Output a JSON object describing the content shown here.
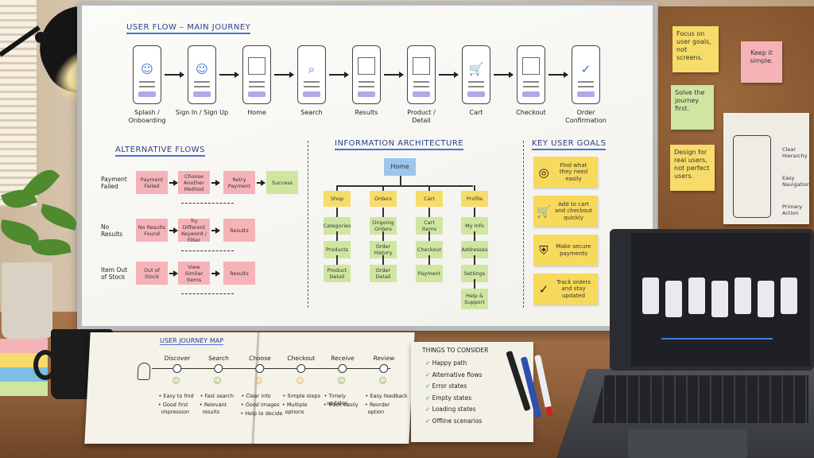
{
  "colors": {
    "heading": "#2b3f8a",
    "underline": "#4a73d8",
    "pink": "#f6b3b7",
    "green": "#cfe6a1",
    "yellow": "#f7dc6a",
    "blue": "#9cc6ec"
  },
  "main_flow": {
    "title": "USER FLOW – MAIN JOURNEY",
    "steps": [
      {
        "label": "Splash /\nOnboarding",
        "icon": "user-icon"
      },
      {
        "label": "Sign In / Sign Up",
        "icon": "user-icon"
      },
      {
        "label": "Home",
        "icon": "layout-icon"
      },
      {
        "label": "Search",
        "icon": "search-icon"
      },
      {
        "label": "Results",
        "icon": "list-icon"
      },
      {
        "label": "Product /\nDetail",
        "icon": "image-icon"
      },
      {
        "label": "Cart",
        "icon": "cart-icon"
      },
      {
        "label": "Checkout",
        "icon": "form-icon"
      },
      {
        "label": "Order\nConfirmation",
        "icon": "check-icon"
      }
    ]
  },
  "alt_flows": {
    "title": "ALTERNATIVE FLOWS",
    "rows": [
      {
        "label": "Payment\nFailed",
        "nodes": [
          "Payment\nFailed",
          "Choose Another\nMethod",
          "Retry\nPayment",
          "Success"
        ]
      },
      {
        "label": "No\nResults",
        "nodes": [
          "No Results\nFound",
          "Try Different\nKeyword / Filter",
          "Results"
        ]
      },
      {
        "label": "Item Out\nof Stock",
        "nodes": [
          "Out of Stock",
          "View Similar\nItems",
          "Results"
        ]
      }
    ]
  },
  "ia": {
    "title": "INFORMATION ARCHITECTURE",
    "root": "Home",
    "columns": [
      {
        "head": "Shop",
        "items": [
          "Categories",
          "Products",
          "Product\nDetail"
        ]
      },
      {
        "head": "Orders",
        "items": [
          "Ongoing\nOrders",
          "Order\nHistory",
          "Order\nDetail"
        ]
      },
      {
        "head": "Cart",
        "items": [
          "Cart\nItems",
          "Checkout",
          "Payment"
        ]
      },
      {
        "head": "Profile",
        "items": [
          "My Info",
          "Addresses",
          "Settings",
          "Help &\nSupport"
        ]
      }
    ]
  },
  "goals": {
    "title": "KEY USER GOALS",
    "items": [
      {
        "text": "Find what\nthey need\neasily",
        "icon": "target-icon"
      },
      {
        "text": "Add to cart\nand checkout\nquickly",
        "icon": "cart-icon"
      },
      {
        "text": "Make secure\npayments",
        "icon": "shield-icon"
      },
      {
        "text": "Track orders\nand stay\nupdated",
        "icon": "check-circle-icon"
      }
    ]
  },
  "cork": {
    "notes": [
      "Focus on\nuser goals,\nnot screens.",
      "Keep it\nsimple.",
      "Solve the\njourney\nfirst.",
      "Design for\nreal users,\nnot perfect\nusers."
    ],
    "wireframe_labels": [
      "Clear\nHierarchy",
      "Easy\nNavigation",
      "Primary\nAction"
    ]
  },
  "journey_map": {
    "title": "USER JOURNEY MAP",
    "stages": [
      {
        "name": "Discover",
        "tips": [
          "• Easy to find",
          "• Good first\n  impression"
        ]
      },
      {
        "name": "Search",
        "tips": [
          "• Fast search",
          "• Relevant\n  results"
        ]
      },
      {
        "name": "Choose",
        "tips": [
          "• Clear info",
          "• Good images",
          "• Help to decide"
        ]
      },
      {
        "name": "Checkout",
        "tips": [
          "• Simple steps",
          "• Multiple\n  options"
        ]
      },
      {
        "name": "Receive",
        "tips": [
          "• Timely\n  updates",
          "• Track easily"
        ]
      },
      {
        "name": "Review",
        "tips": [
          "• Easy feedback",
          "• Reorder\n  option"
        ]
      }
    ]
  },
  "consider": {
    "title": "THINGS TO CONSIDER",
    "items": [
      "Happy path",
      "Alternative flows",
      "Error states",
      "Empty states",
      "Loading states",
      "Offline scenarios"
    ]
  }
}
